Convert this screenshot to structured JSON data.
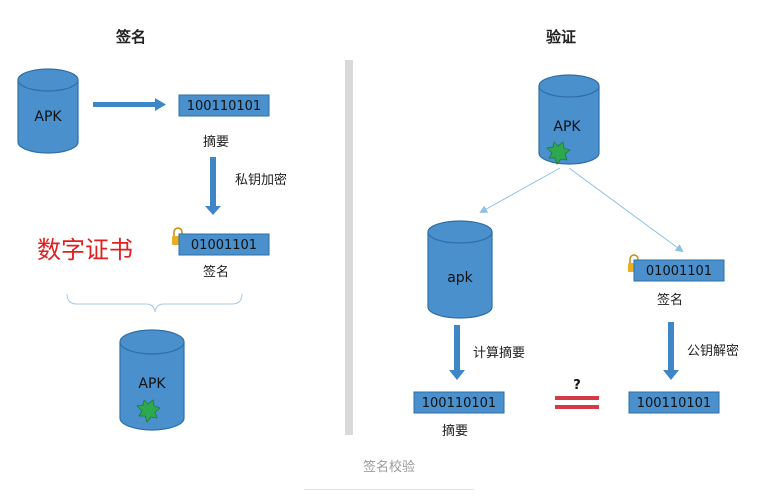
{
  "colors": {
    "blue_fill": "#4a90cc",
    "blue_stroke": "#2f6ea6",
    "arrow_fill": "#3f86c6",
    "arrow_thin": "#8ec0e0",
    "red_text": "#e02020",
    "divider": "#d9d9d9",
    "not_equal": "#d43a46",
    "stamp": "#2ea84f",
    "lock": "#e8b020"
  },
  "sign": {
    "title": "签名",
    "apk_label": "APK",
    "digest_value": "100110101",
    "digest_label": "摘要",
    "encrypt_label": "私钥加密",
    "sig_value": "01001101",
    "sig_label": "签名",
    "cert_label": "数字证书",
    "signed_apk_label": "APK"
  },
  "verify": {
    "title": "验证",
    "apk_label": "APK",
    "apk_copy_label": "apk",
    "sig_value": "01001101",
    "sig_label": "签名",
    "compute_label": "计算摘要",
    "decrypt_label": "公钥解密",
    "digest_left_value": "100110101",
    "digest_left_label": "摘要",
    "digest_right_value": "100110101",
    "compare_label": "?"
  },
  "caption": "签名校验"
}
